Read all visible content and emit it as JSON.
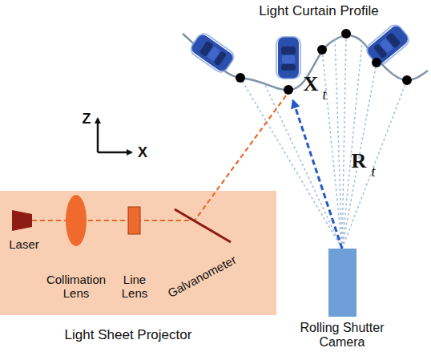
{
  "diagram": {
    "nodes": [
      {
        "text": [
          "Light Sheet Projector"
        ]
      },
      {
        "text": [
          "Rolling Shutter Camera"
        ]
      }
    ],
    "labels": [
      "Light Curtain Profile",
      "Z",
      "X",
      "X",
      "t",
      "R",
      "t",
      "Laser",
      "Collimation Lens",
      "Line Lens",
      "Galvanometer"
    ]
  }
}
